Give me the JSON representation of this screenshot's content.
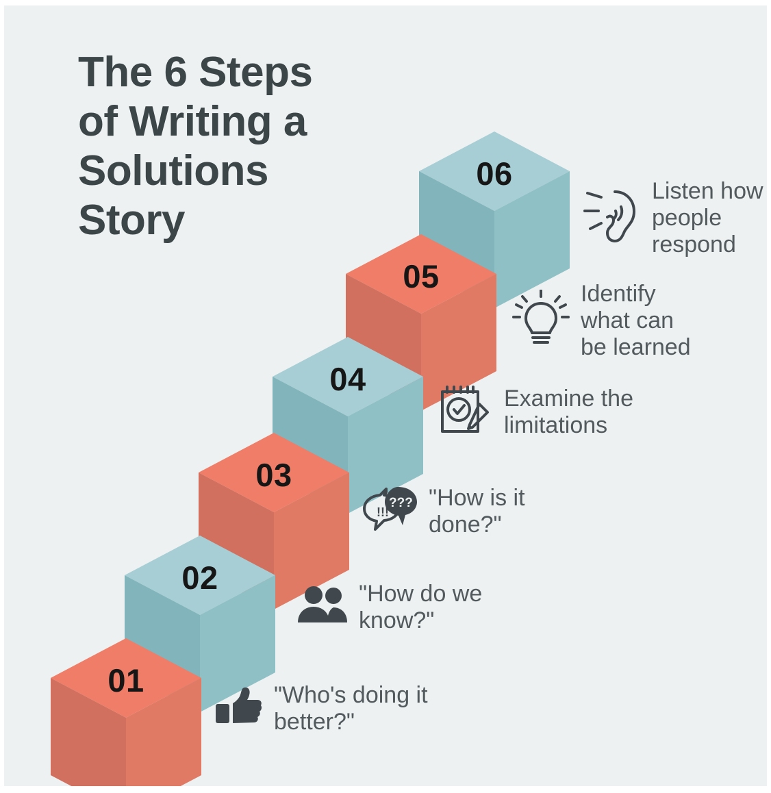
{
  "title": "The 6 Steps\nof Writing a\nSolutions\nStory",
  "colors": {
    "background": "#edf1f1",
    "teal_top": "#a6ced4",
    "teal_left": "#81b4bb",
    "teal_right": "#8fc0c6",
    "red_top": "#ef7d68",
    "red_left": "#d2705f",
    "red_right": "#e07a64",
    "title_text": "#3c4548",
    "label_text": "#525a5e",
    "number_text": "#161616"
  },
  "steps": [
    {
      "number": "01",
      "color": "red",
      "icon": "thumbs-up-icon",
      "label": "\"Who's doing it\nbetter?\""
    },
    {
      "number": "02",
      "color": "teal",
      "icon": "people-icon",
      "label": "\"How do we\nknow?\""
    },
    {
      "number": "03",
      "color": "red",
      "icon": "speech-bubbles-icon",
      "label": "\"How is it\ndone?\""
    },
    {
      "number": "04",
      "color": "teal",
      "icon": "notepad-check-pencil-icon",
      "label": "Examine the\nlimitations"
    },
    {
      "number": "05",
      "color": "red",
      "icon": "lightbulb-icon",
      "label": "Identify\nwhat can\nbe learned"
    },
    {
      "number": "06",
      "color": "teal",
      "icon": "ear-listen-icon",
      "label": "Listen how\npeople\nrespond"
    }
  ]
}
